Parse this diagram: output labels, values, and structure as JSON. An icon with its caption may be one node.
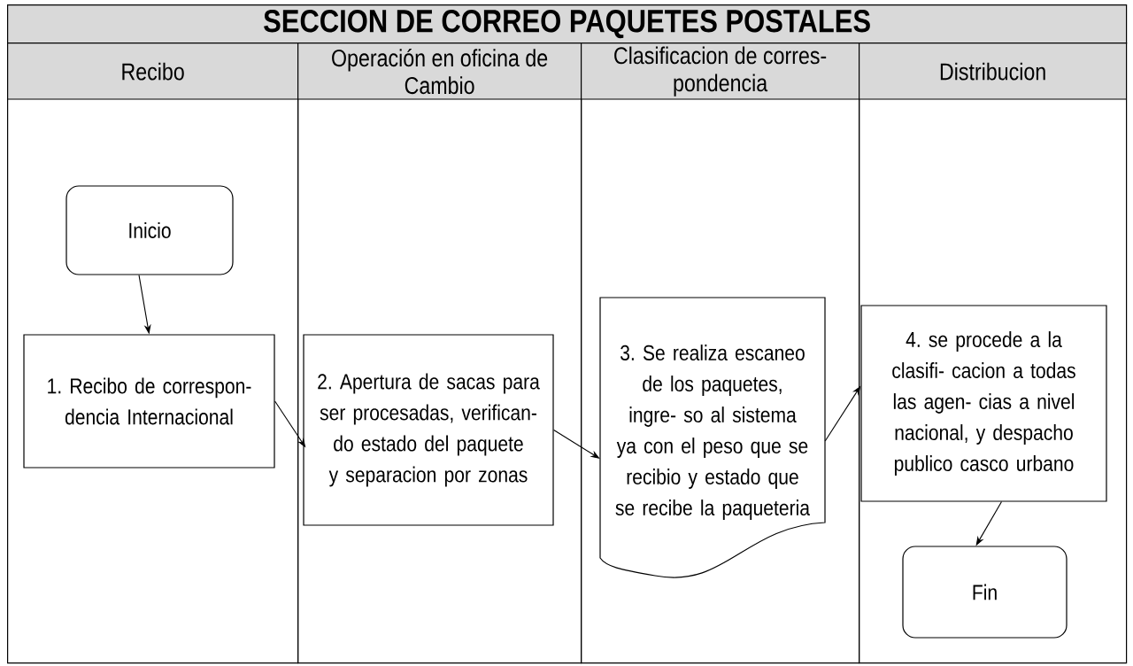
{
  "diagram": {
    "title": "SECCION DE CORREO PAQUETES POSTALES",
    "nodes": [
      {
        "text": [
          "Recibo"
        ]
      },
      {
        "text": [
          "Operación en oficina de Cambio"
        ]
      },
      {
        "text": [
          "Clasificacion de corres- pondencia"
        ]
      },
      {
        "text": [
          "Distribucion"
        ]
      },
      {
        "text": [
          "Inicio"
        ],
        "in": 0
      },
      {
        "text": [
          "1. Recibo de correspon- dencia Internacional"
        ],
        "in": 0
      },
      {
        "text": [
          "2. Apertura de sacas para ser procesadas, verifican- do estado del paquete y separacion por zonas"
        ],
        "in": 1
      },
      {
        "text": [
          "3. Se realiza escaneo de los paquetes, ingre- so al sistema ya con el peso que se recibio y estado que se recibe la paqueteria"
        ],
        "in": 2
      },
      {
        "text": [
          "4. se procede a la clasifi- cacion a todas las agen- cias a nivel nacional, y despacho publico casco urbano"
        ],
        "in": 3
      },
      {
        "text": [
          "Fin"
        ],
        "in": 3
      }
    ],
    "edges": [
      {
        "from": 4,
        "to": 5,
        "arrow": "to"
      },
      {
        "from": 5,
        "to": 6,
        "arrow": "to"
      },
      {
        "from": 6,
        "to": 7,
        "arrow": "to"
      },
      {
        "from": 7,
        "to": 8,
        "arrow": "to"
      },
      {
        "from": 8,
        "to": 9,
        "arrow": "to"
      }
    ]
  }
}
